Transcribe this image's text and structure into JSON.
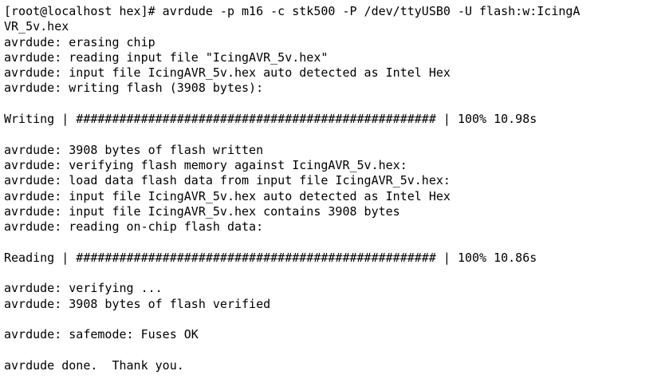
{
  "terminal": {
    "lines": [
      "[root@localhost hex]# avrdude -p m16 -c stk500 -P /dev/ttyUSB0 -U flash:w:IcingA",
      "VR_5v.hex",
      "avrdude: erasing chip",
      "avrdude: reading input file \"IcingAVR_5v.hex\"",
      "avrdude: input file IcingAVR_5v.hex auto detected as Intel Hex",
      "avrdude: writing flash (3908 bytes):",
      "",
      "Writing | ################################################## | 100% 10.98s",
      "",
      "avrdude: 3908 bytes of flash written",
      "avrdude: verifying flash memory against IcingAVR_5v.hex:",
      "avrdude: load data flash data from input file IcingAVR_5v.hex:",
      "avrdude: input file IcingAVR_5v.hex auto detected as Intel Hex",
      "avrdude: input file IcingAVR_5v.hex contains 3908 bytes",
      "avrdude: reading on-chip flash data:",
      "",
      "Reading | ################################################## | 100% 10.86s",
      "",
      "avrdude: verifying ...",
      "avrdude: 3908 bytes of flash verified",
      "",
      "avrdude: safemode: Fuses OK",
      "",
      "avrdude done.  Thank you."
    ]
  }
}
